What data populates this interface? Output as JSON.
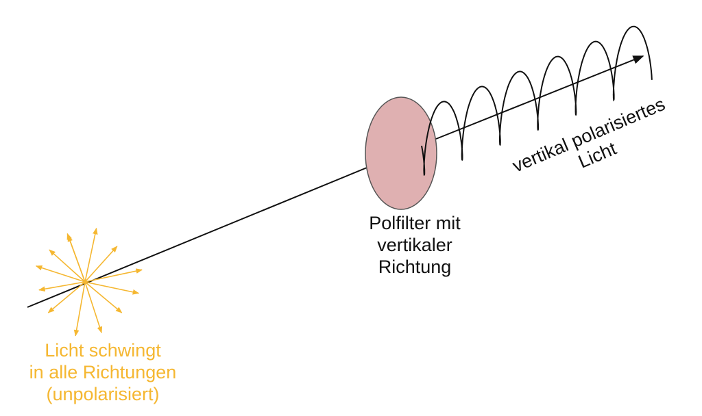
{
  "colors": {
    "unpolarized": "#f5b731",
    "filter_fill": "#dfb0b1",
    "filter_stroke": "#555555",
    "line": "#111111",
    "text": "#111111"
  },
  "labels": {
    "source": [
      "Licht schwingt",
      "in alle Richtungen",
      "(unpolarisiert)"
    ],
    "filter": [
      "Polfilter mit",
      "vertikaler",
      "Richtung"
    ],
    "polarized": [
      "vertikal polarisiertes",
      "Licht"
    ]
  }
}
